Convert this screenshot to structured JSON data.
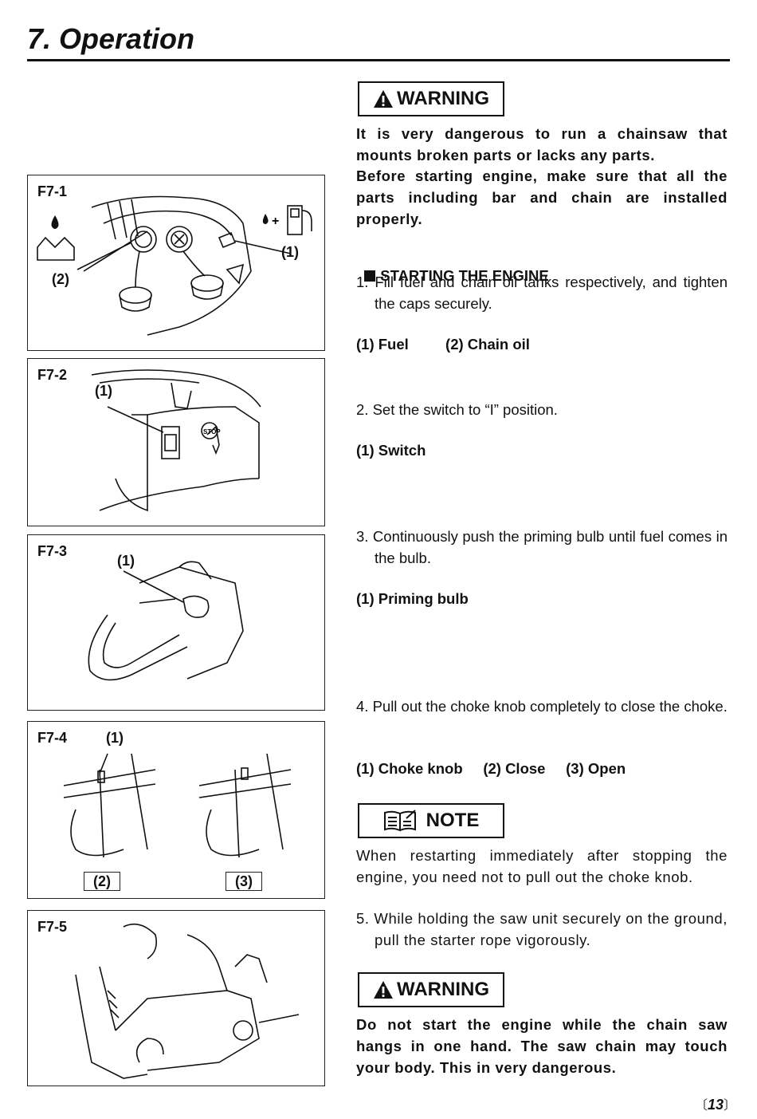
{
  "header": {
    "title": "7. Operation"
  },
  "figures": {
    "f1": {
      "label": "F7-1",
      "callout1": "(1)",
      "callout2": "(2)"
    },
    "f2": {
      "label": "F7-2",
      "callout1": "(1)",
      "stop": "STOP"
    },
    "f3": {
      "label": "F7-3",
      "callout1": "(1)"
    },
    "f4": {
      "label": "F7-4",
      "callout1": "(1)",
      "box_close": "(2)",
      "box_open": "(3)"
    },
    "f5": {
      "label": "F7-5"
    }
  },
  "warning1": {
    "label": "WARNING",
    "text1": "It is very dangerous to run a chainsaw that mounts broken parts or lacks any parts.",
    "text2": "Before starting engine, make sure that all the parts including bar and chain are installed properly."
  },
  "section": {
    "heading": "STARTING THE ENGINE"
  },
  "steps": {
    "s1": "1. Fill fuel and chain oil tanks respectively, and tighten the caps securely.",
    "s1_labels": "(1) Fuel         (2) Chain oil",
    "s2": "2. Set the switch to “I” position.",
    "s2_labels": "(1) Switch",
    "s3": "3. Continuously push the priming bulb until fuel comes in the bulb.",
    "s3_labels": "(1) Priming bulb",
    "s4": "4. Pull out the choke knob completely to close the choke.",
    "s4_labels": "(1) Choke knob     (2) Close     (3) Open",
    "s5": "5. While holding the saw unit securely on the ground, pull the starter rope vigorously."
  },
  "note": {
    "label": "NOTE",
    "text": "When restarting immediately after stopping the engine, you need not to pull out the choke knob."
  },
  "warning2": {
    "label": "WARNING",
    "text": "Do not start the engine while the chain saw hangs in one hand. The saw chain may touch your body. This in very dangerous."
  },
  "page": {
    "number": "13"
  },
  "icons": [
    "warning-triangle-icon",
    "note-book-icon",
    "oil-drop-icon",
    "fuel-pump-icon",
    "chain-icon"
  ]
}
